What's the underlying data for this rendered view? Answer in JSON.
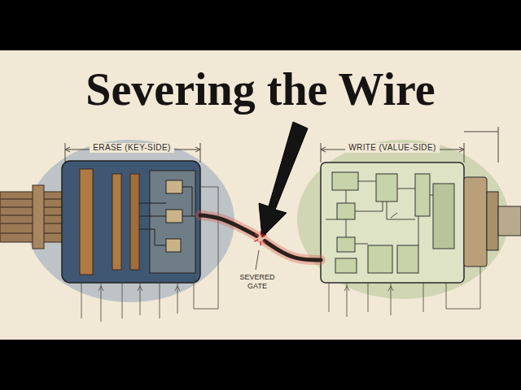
{
  "diagram": {
    "title": "Severing the Wire",
    "nodes": [
      {
        "text": [
          "ERASE (KEY-SIDE)"
        ]
      },
      {
        "text": [
          "WRITE (VALUE-SIDE)"
        ]
      }
    ],
    "edges": [
      {
        "from": 0,
        "to": 1,
        "arrow": "none"
      }
    ],
    "labels": [
      "SEVERED GATE"
    ]
  }
}
